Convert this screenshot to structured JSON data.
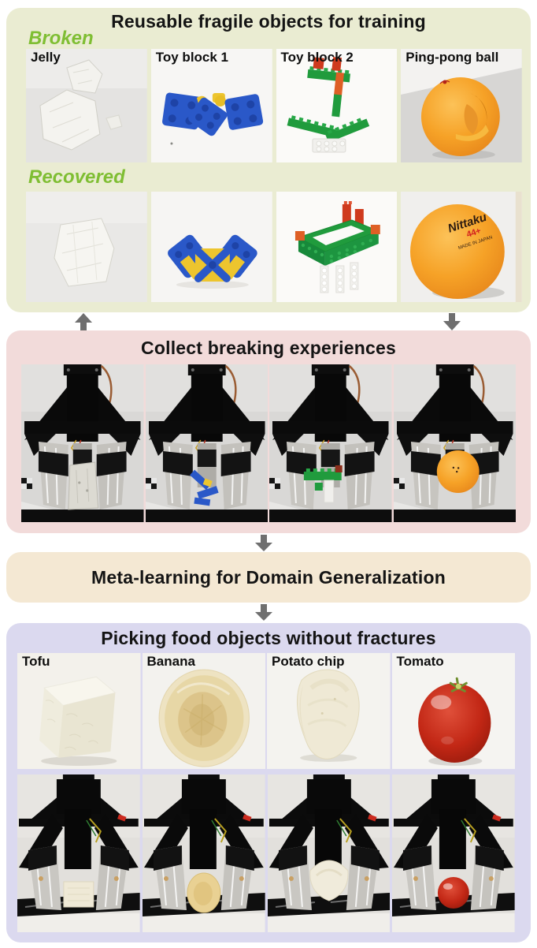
{
  "figure": {
    "background": "#ffffff",
    "arrow_color": "#6f6f6f"
  },
  "panels": {
    "training": {
      "title": "Reusable fragile objects for training",
      "background": "#eaecd2",
      "state_color": "#7fbe33",
      "states": {
        "broken": "Broken",
        "recovered": "Recovered"
      },
      "objects": [
        {
          "label": "Jelly"
        },
        {
          "label": "Toy block 1"
        },
        {
          "label": "Toy block 2"
        },
        {
          "label": "Ping-pong ball"
        }
      ]
    },
    "collect": {
      "title": "Collect breaking experiences",
      "background": "#f2dbda"
    },
    "meta": {
      "title": "Meta-learning for Domain Generalization",
      "background": "#f4e8d3"
    },
    "picking": {
      "title": "Picking food objects without fractures",
      "background": "#dbd9ef",
      "objects": [
        {
          "label": "Tofu"
        },
        {
          "label": "Banana"
        },
        {
          "label": "Potato chip"
        },
        {
          "label": "Tomato"
        }
      ]
    }
  },
  "ball_logo": {
    "brand": "Nittaku",
    "size": "44+",
    "origin": "MADE IN JAPAN"
  }
}
